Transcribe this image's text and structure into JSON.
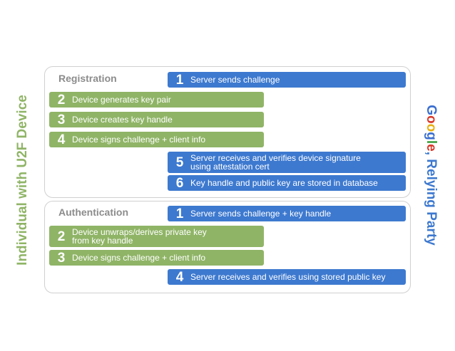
{
  "left_label": "Individual with U2F Device",
  "right_label": {
    "brand_letters": [
      "G",
      "o",
      "o",
      "g",
      "l",
      "e"
    ],
    "suffix": ", Relying Party"
  },
  "colors": {
    "device_green": "#8fb466",
    "server_blue": "#3d79cf",
    "section_title_gray": "#8c8c8c",
    "google_blue": "#3b6fd0",
    "google_red": "#d83a2b",
    "google_yellow": "#e8b00f",
    "google_green": "#3fa142"
  },
  "registration": {
    "title": "Registration",
    "steps": [
      {
        "num": "1",
        "text": "Server sends challenge"
      },
      {
        "num": "2",
        "text": "Device generates  key pair"
      },
      {
        "num": "3",
        "text": "Device creates key handle"
      },
      {
        "num": "4",
        "text": "Device signs challenge + client info"
      },
      {
        "num": "5",
        "text": "Server receives and verifies device signature\nusing attestation cert"
      },
      {
        "num": "6",
        "text": "Key handle and public key are stored in database"
      }
    ]
  },
  "authentication": {
    "title": "Authentication",
    "steps": [
      {
        "num": "1",
        "text": "Server sends challenge + key handle"
      },
      {
        "num": "2",
        "text": "Device unwraps/derives private key\nfrom key handle"
      },
      {
        "num": "3",
        "text": "Device signs challenge + client info"
      },
      {
        "num": "4",
        "text": "Server receives and verifies using stored public key"
      }
    ]
  }
}
